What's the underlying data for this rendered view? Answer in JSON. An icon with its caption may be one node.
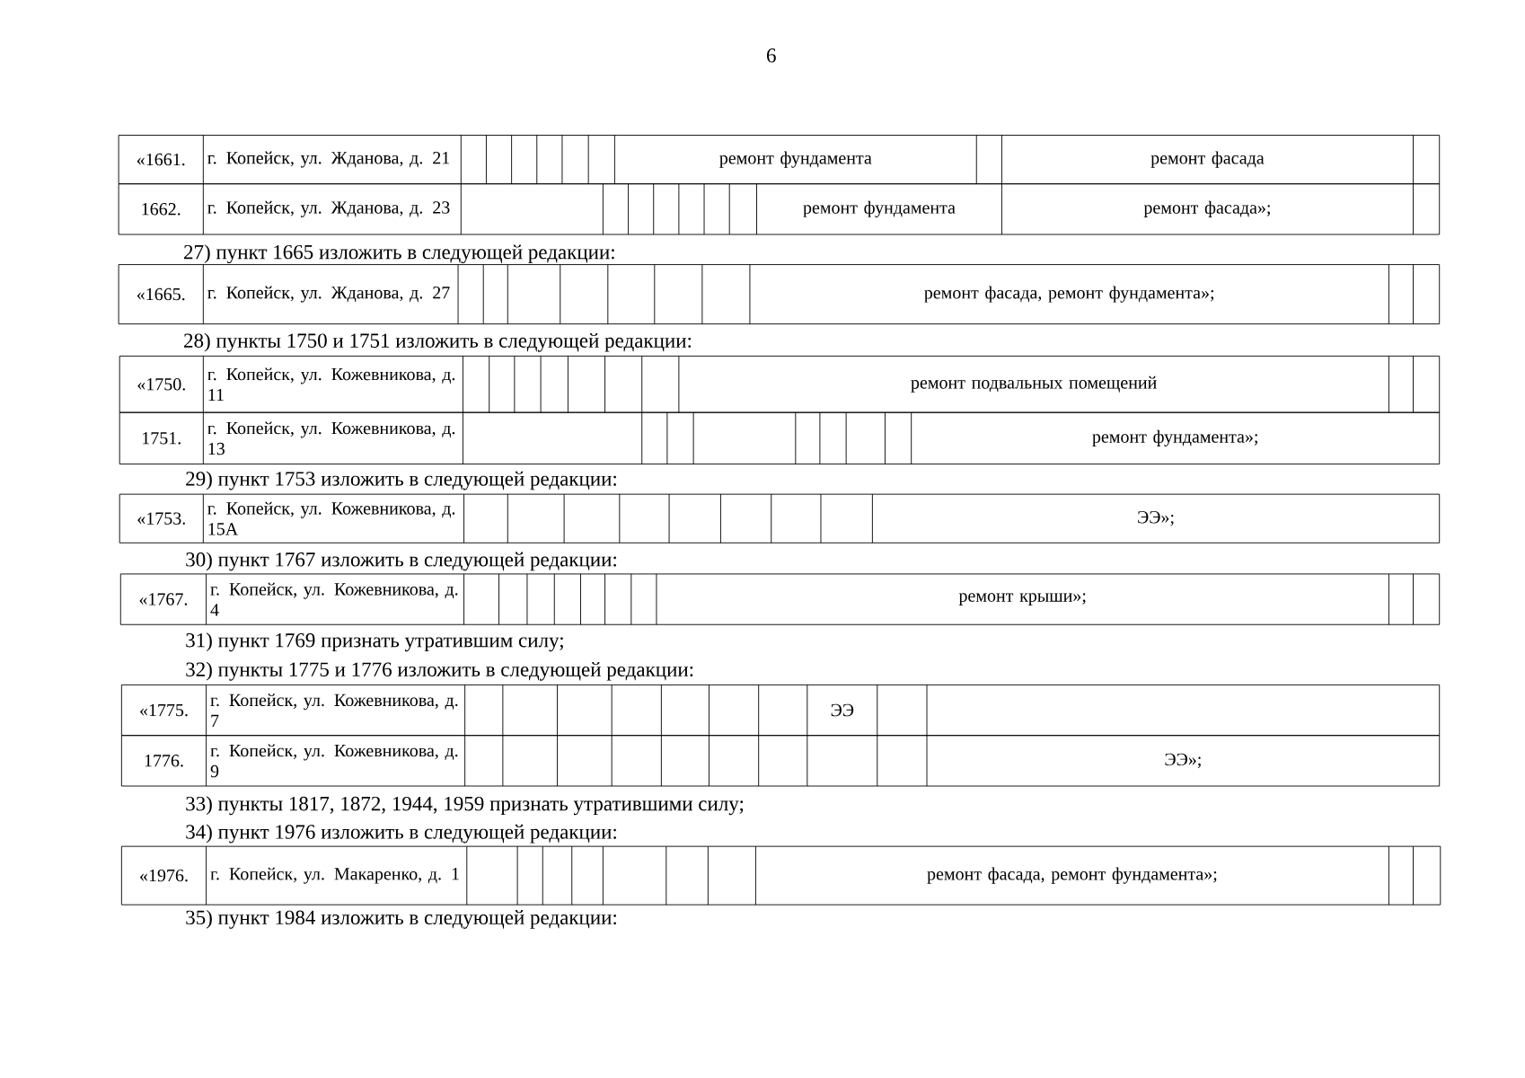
{
  "diagram": {
    "labels": [
      "6",
      "«1661.",
      "г. Копейск, ул. Жданова, д. 21",
      "ремонт фундамента",
      "ремонт фасада",
      "1662.",
      "г. Копейск, ул. Жданова, д. 23",
      "ремонт фундамента",
      "ремонт фасада»;",
      "27) пункт 1665 изложить в следующей редакции:",
      "«1665.",
      "г. Копейск, ул. Жданова, д. 27",
      "ремонт фасада, ремонт фундамента»;",
      "28) пункты 1750 и 1751 изложить в следующей редакции:",
      "«1750.",
      "г. Копейск, ул. Кожевникова, д. 11",
      "ремонт подвальных помещений",
      "1751.",
      "г. Копейск, ул. Кожевникова, д. 13",
      "ремонт фундамента»;",
      "29) пункт 1753 изложить в следующей редакции:",
      "«1753.",
      "г. Копейск, ул. Кожевникова, д. 15А",
      "ЭЭ»;",
      "30) пункт 1767 изложить в следующей редакции:",
      "«1767.",
      "г. Копейск, ул. Кожевникова, д. 4",
      "ремонт крыши»;",
      "31) пункт 1769 признать утратившим силу;",
      "32) пункты 1775 и 1776 изложить в следующей редакции:",
      "«1775.",
      "г. Копейск, ул. Кожевникова, д. 7",
      "ЭЭ",
      "1776.",
      "г. Копейск, ул. Кожевникова, д. 9",
      "ЭЭ»;",
      "33) пункты 1817, 1872, 1944, 1959 признать утратившими силу;",
      "34) пункт 1976 изложить в следующей редакции:",
      "«1976.",
      "г. Копейск, ул. Макаренко, д. 1",
      "ремонт фасада, ремонт фундамента»;",
      "35) пункт 1984 изложить в следующей редакции:"
    ]
  }
}
